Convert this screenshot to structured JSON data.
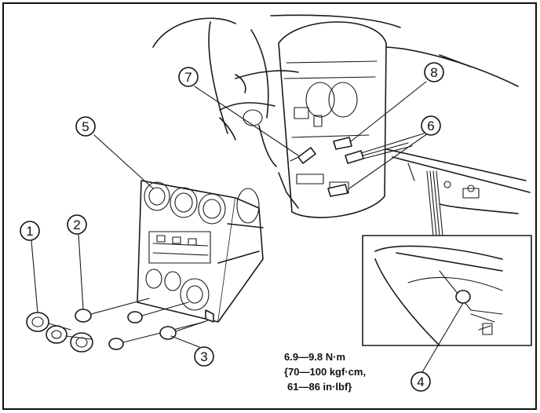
{
  "callouts": [
    {
      "id": "1",
      "text": "1"
    },
    {
      "id": "2",
      "text": "2"
    },
    {
      "id": "3",
      "text": "3"
    },
    {
      "id": "4",
      "text": "4"
    },
    {
      "id": "5",
      "text": "5"
    },
    {
      "id": "6",
      "text": "6"
    },
    {
      "id": "7",
      "text": "7"
    },
    {
      "id": "8",
      "text": "8"
    }
  ],
  "torque_spec": {
    "line1": "6.9—9.8 N·m",
    "line2": "{70—100 kgf·cm,",
    "line3": "61—86 in·lbf}"
  }
}
